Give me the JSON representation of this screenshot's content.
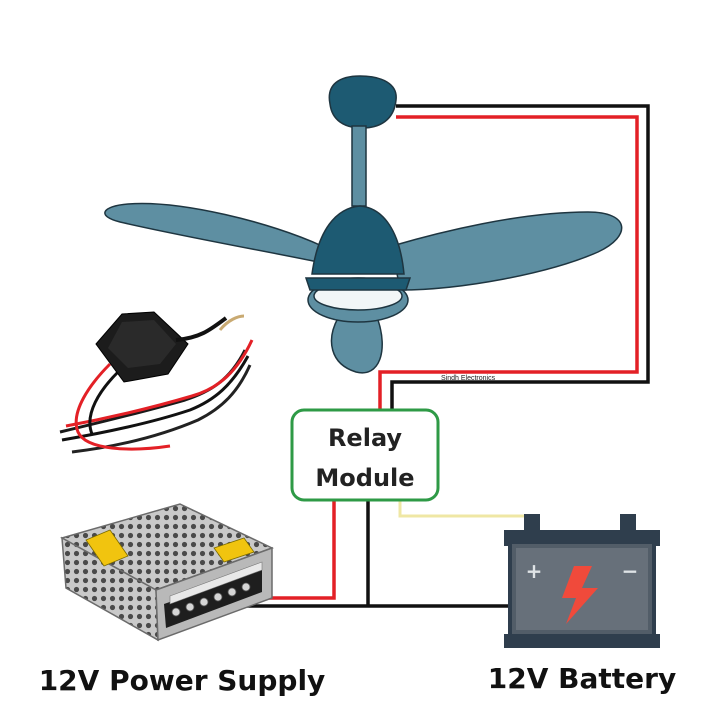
{
  "diagram": {
    "relay_label_line1": "Relay",
    "relay_label_line2": "Module",
    "power_supply_label": "12V Power Supply",
    "battery_label": "12V Battery",
    "credit_label": "Sindh Electronics",
    "battery_plus": "+",
    "battery_minus": "−"
  },
  "colors": {
    "fan_dark": "#1d5a72",
    "fan_blade": "#5e8fa2",
    "fan_outline": "#1e3540",
    "wire_red": "#e32026",
    "wire_black": "#111111",
    "wire_yellow": "#efe7a4",
    "relay_border": "#2e9a46",
    "battery_body": "#2f3e4d",
    "battery_spark": "#f04a3b"
  },
  "icons": [
    "ceiling-fan-icon",
    "sensor-module-icon",
    "power-supply-icon",
    "battery-icon",
    "lightning-icon"
  ]
}
